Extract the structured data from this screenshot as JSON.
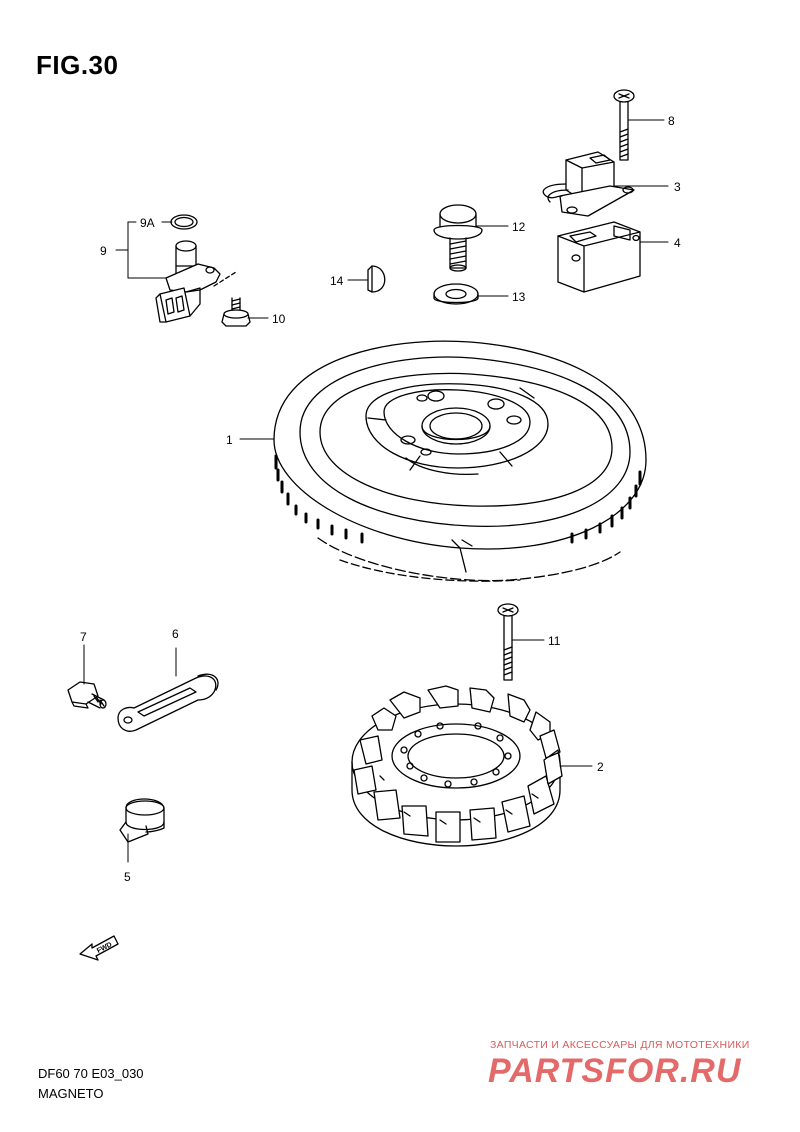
{
  "figure": {
    "title": "FIG.30"
  },
  "footer": {
    "code": "DF60 70 E03_030",
    "name": "MAGNETO"
  },
  "watermark": {
    "tagline": "ЗАПЧАСТИ И АКСЕССУАРЫ ДЛЯ МОТОТЕХНИКИ",
    "logo": "PARTSFOR.RU",
    "color": "#e46a6a"
  },
  "fwd_label": "FWD",
  "callouts": [
    {
      "id": "8",
      "part": "bolt-top"
    },
    {
      "id": "3",
      "part": "pickup-coil"
    },
    {
      "id": "9A",
      "part": "o-ring"
    },
    {
      "id": "12",
      "part": "flywheel-bolt"
    },
    {
      "id": "9",
      "part": "sensor"
    },
    {
      "id": "4",
      "part": "cover-block"
    },
    {
      "id": "14",
      "part": "key"
    },
    {
      "id": "13",
      "part": "washer"
    },
    {
      "id": "10",
      "part": "sensor-bolt"
    },
    {
      "id": "1",
      "part": "flywheel"
    },
    {
      "id": "7",
      "part": "clamp-bolt"
    },
    {
      "id": "6",
      "part": "strap"
    },
    {
      "id": "11",
      "part": "stator-screw"
    },
    {
      "id": "2",
      "part": "stator"
    },
    {
      "id": "5",
      "part": "clamp"
    }
  ]
}
